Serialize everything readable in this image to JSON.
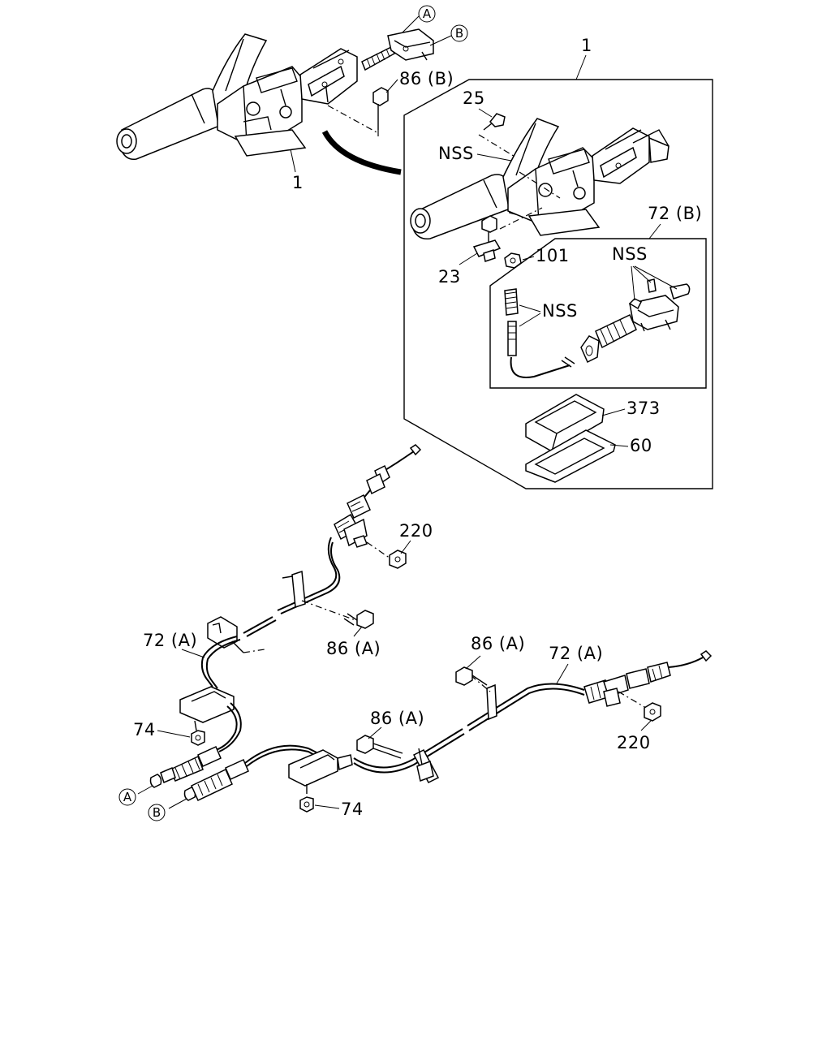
{
  "labels": {
    "ref_a": "A",
    "ref_b": "B",
    "part_86b": "86 (B)",
    "part_1_top": "1",
    "part_1_lever": "1",
    "part_25": "25",
    "part_nss_lever": "NSS",
    "part_72b": "72 (B)",
    "part_101": "101",
    "part_23": "23",
    "part_nss_box": "NSS",
    "part_nss_rod": "NSS",
    "part_373": "373",
    "part_60": "60",
    "part_220_upper": "220",
    "part_72a_left": "72 (A)",
    "part_86a_left": "86 (A)",
    "part_86a_mid": "86 (A)",
    "part_72a_right": "72 (A)",
    "part_86a_lower": "86 (A)",
    "part_74_left": "74",
    "part_220_right": "220",
    "part_74_bottom": "74",
    "ref_a_bottom": "A",
    "ref_b_bottom": "B"
  }
}
